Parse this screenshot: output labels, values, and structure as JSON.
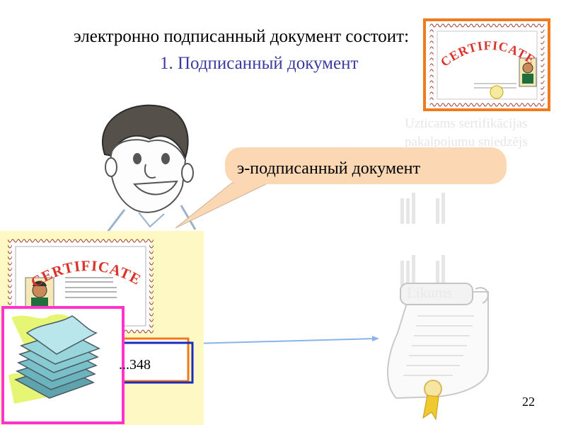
{
  "slide": {
    "title_line1": "электронно подписанный документ состоит:",
    "title_line2": "1. Подписанный документ",
    "speech_bubble": "э-подписанный документ",
    "document_code": "...348",
    "certificate_word": "CERTIFICATE",
    "law_label": "Likums",
    "faded_line1": "Uzticams sertifikācijas",
    "faded_line2": "pakalpojumu sniedzējs",
    "page_number": "22"
  },
  "colors": {
    "yellow_panel": "#fef8c4",
    "magenta_frame": "#ff33cc",
    "orange_frame": "#f07a1e",
    "blue_frame": "#1a2cbd",
    "bubble": "#fbd7b3",
    "connector": "#8ab4ea",
    "title_blue": "#3a3aa0"
  }
}
